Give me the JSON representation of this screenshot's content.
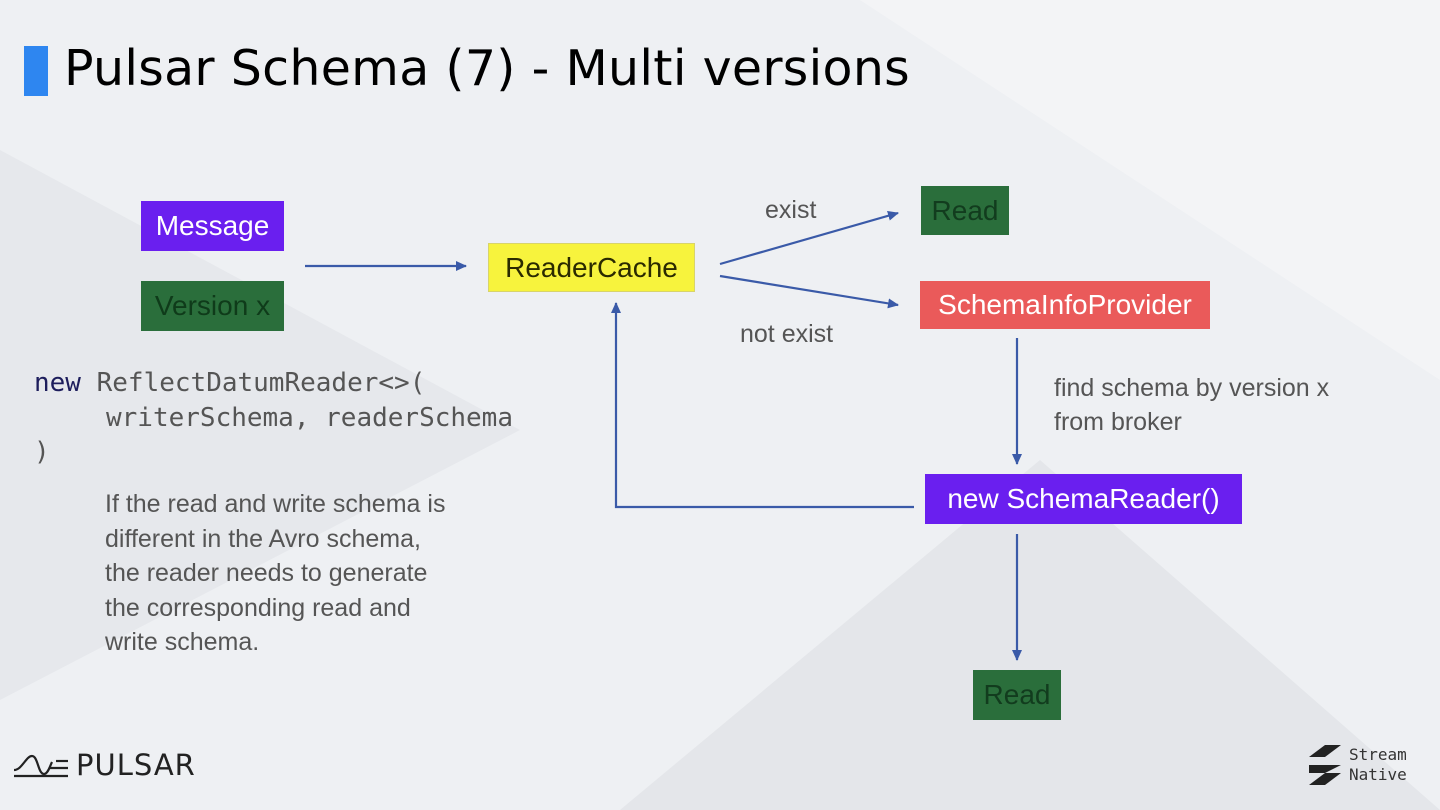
{
  "slide": {
    "title": "Pulsar Schema (7) - Multi versions"
  },
  "diagram": {
    "nodes": {
      "message": "Message",
      "version": "Version x",
      "reader_cache": "ReaderCache",
      "read_top": "Read",
      "schema_info_provider": "SchemaInfoProvider",
      "new_schema_reader": "new SchemaReader()",
      "read_bottom": "Read"
    },
    "edge_labels": {
      "exist": "exist",
      "not_exist": "not exist",
      "find_line1": "find schema by version x",
      "find_line2": "from broker"
    },
    "colors": {
      "purple": "#6a1fef",
      "green": "#2a6e3b",
      "yellow": "#f7f33d",
      "red": "#ea5a5a",
      "arrow": "#3a5aa8",
      "title_accent": "#2e86f0"
    }
  },
  "code": {
    "keyword": "new",
    "line1_rest": " ReflectDatumReader<>(",
    "line2": "writerSchema, readerSchema",
    "line3": ")"
  },
  "description": [
    "If the read and write schema is",
    "different in the Avro schema,",
    "the reader needs to generate",
    "the corresponding read and",
    "write schema."
  ],
  "footer": {
    "left_logo_text": "PULSAR",
    "right_logo_line1": "Stream",
    "right_logo_line2": "Native"
  }
}
